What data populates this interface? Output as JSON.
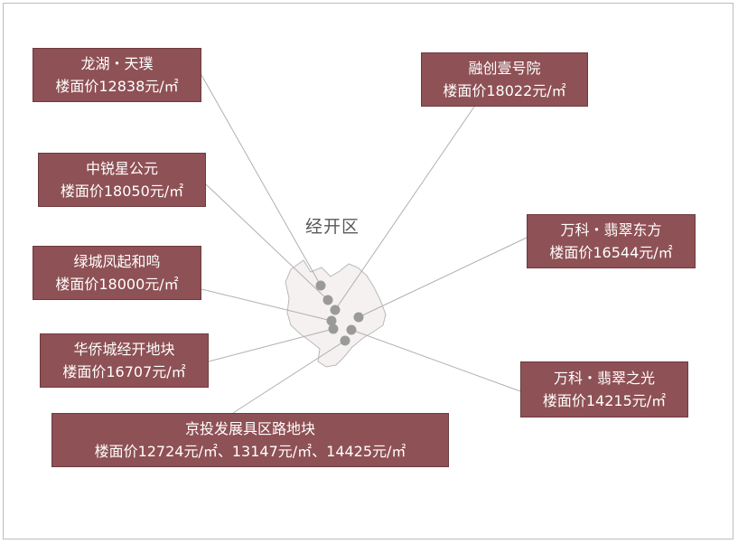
{
  "region": {
    "name": "经开区",
    "fill_color": "#f6f1f1",
    "outline_color": "#b9b9b9",
    "marker_color": "#9a9a9a",
    "leader_color": "#b0b0b0"
  },
  "callout_color": "#8e5155",
  "projects": [
    {
      "id": "longhu",
      "name": "龙湖・天璞",
      "price": "楼面价12838元/㎡"
    },
    {
      "id": "zhongrui",
      "name": "中锐星公元",
      "price": "楼面价18050元/㎡"
    },
    {
      "id": "lvcheng",
      "name": "绿城凤起和鸣",
      "price": "楼面价18000元/㎡"
    },
    {
      "id": "huaqiao",
      "name": "华侨城经开地块",
      "price": "楼面价16707元/㎡"
    },
    {
      "id": "jingtou",
      "name": "京投发展具区路地块",
      "price": "楼面价12724元/㎡、13147元/㎡、14425元/㎡"
    },
    {
      "id": "rongchuang",
      "name": "融创壹号院",
      "price": "楼面价18022元/㎡"
    },
    {
      "id": "vanke-east",
      "name": "万科・翡翠东方",
      "price": "楼面价16544元/㎡"
    },
    {
      "id": "vanke-light",
      "name": "万科・翡翠之光",
      "price": "楼面价14215元/㎡"
    }
  ]
}
